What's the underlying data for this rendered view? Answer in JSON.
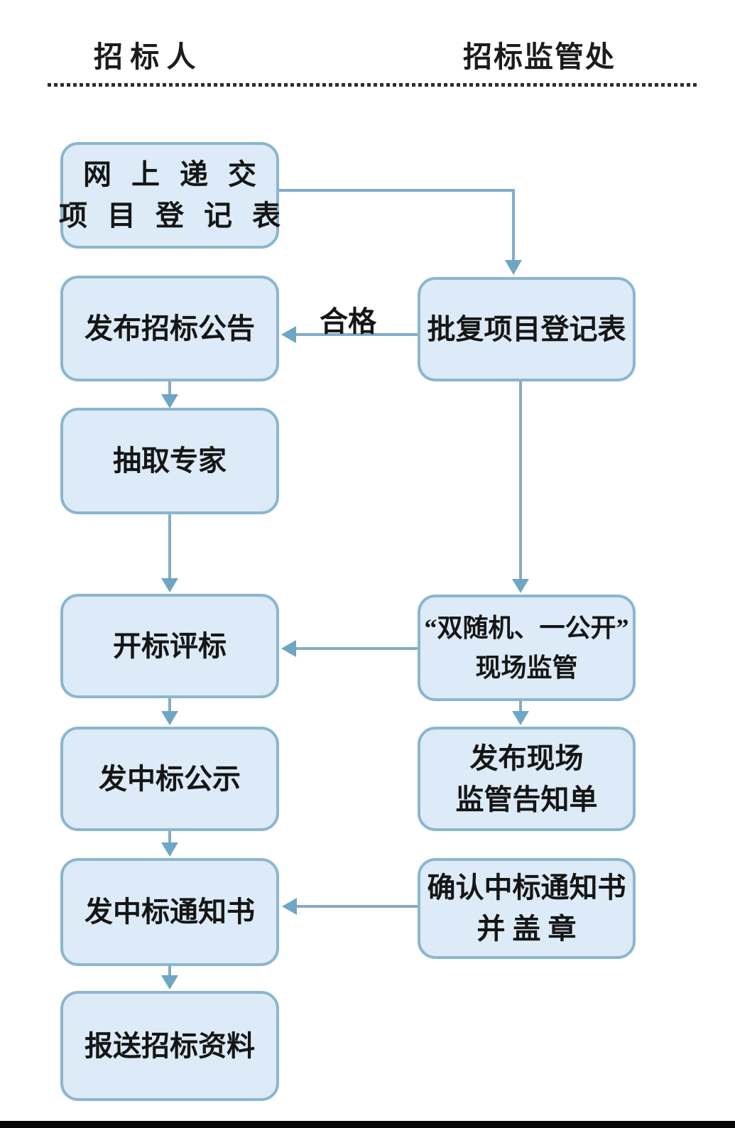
{
  "header": {
    "left_label": "招 标 人",
    "right_label": "招标监管处"
  },
  "nodes": {
    "submit_form": {
      "line1": "网 上 递 交",
      "line2": "项 目 登 记 表"
    },
    "publish_announcement": {
      "line1": "发布招标公告"
    },
    "select_experts": {
      "line1": "抽取专家"
    },
    "bid_opening": {
      "line1": "开标评标"
    },
    "winner_publicity": {
      "line1": "发中标公示"
    },
    "award_notice": {
      "line1": "发中标通知书"
    },
    "submit_materials": {
      "line1": "报送招标资料"
    },
    "approve_form": {
      "line1": "批复项目登记表"
    },
    "onsite_supervision": {
      "line1": "“双随机、一公开”",
      "line2": "现场监管"
    },
    "supervision_notice": {
      "line1": "发布现场",
      "line2": "监管告知单"
    },
    "confirm_award": {
      "line1": "确认中标通知书",
      "line2": "并 盖 章"
    }
  },
  "edges": [
    {
      "from": "submit_form",
      "to": "approve_form",
      "label": ""
    },
    {
      "from": "approve_form",
      "to": "publish_announcement",
      "label": "合格"
    },
    {
      "from": "publish_announcement",
      "to": "select_experts",
      "label": ""
    },
    {
      "from": "select_experts",
      "to": "bid_opening",
      "label": ""
    },
    {
      "from": "approve_form",
      "to": "onsite_supervision",
      "label": ""
    },
    {
      "from": "onsite_supervision",
      "to": "bid_opening",
      "label": ""
    },
    {
      "from": "bid_opening",
      "to": "winner_publicity",
      "label": ""
    },
    {
      "from": "onsite_supervision",
      "to": "supervision_notice",
      "label": ""
    },
    {
      "from": "winner_publicity",
      "to": "award_notice",
      "label": ""
    },
    {
      "from": "confirm_award",
      "to": "award_notice",
      "label": ""
    },
    {
      "from": "award_notice",
      "to": "submit_materials",
      "label": ""
    }
  ],
  "colors": {
    "node_fill": "#dcebf7",
    "node_border": "#8bb6ce",
    "arrow_line": "#83acc6",
    "arrow_head": "#6fa6c3",
    "text": "#161616",
    "divider": "#2e2e2e",
    "bottom_bar": "#060606"
  }
}
